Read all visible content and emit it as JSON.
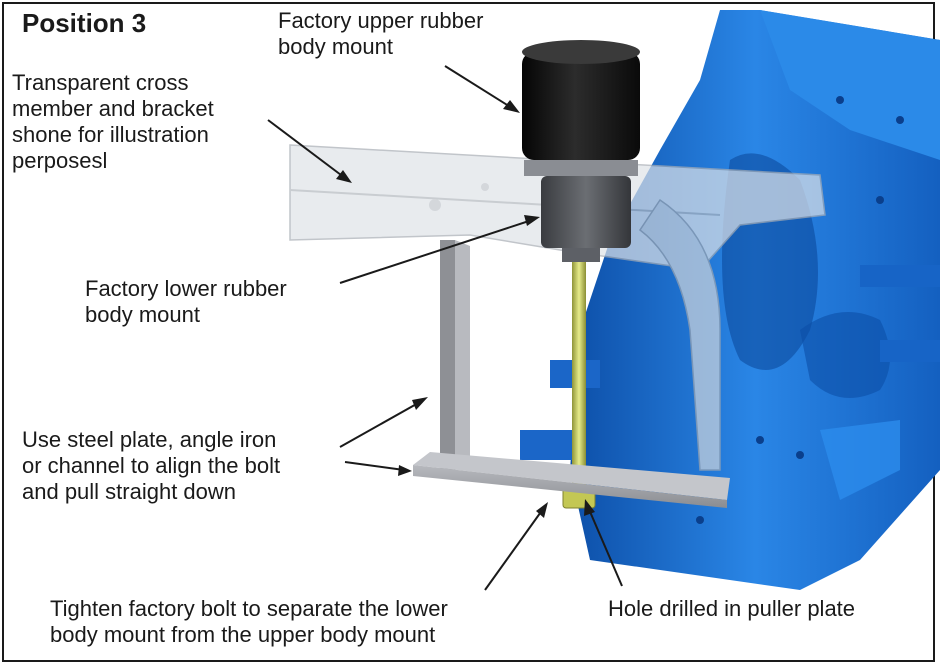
{
  "title": "Position 3",
  "labels": {
    "upper_mount": "Factory upper rubber\nbody mount",
    "transparent": "Transparent cross\nmember and bracket\nshone for illustration\nperposesl",
    "lower_mount": "Factory lower rubber\nbody mount",
    "steel_plate": "Use steel plate, angle iron\nor channel to align the bolt\nand pull straight down",
    "tighten": "Tighten factory bolt to separate the lower\nbody mount from the upper body mount",
    "hole": "Hole drilled in puller plate"
  },
  "colors": {
    "frame_blue": "#1f6fd0",
    "mount_black": "#141414",
    "bolt_yellow": "#c9cf59",
    "steel_gray": "#9a9ca2"
  }
}
